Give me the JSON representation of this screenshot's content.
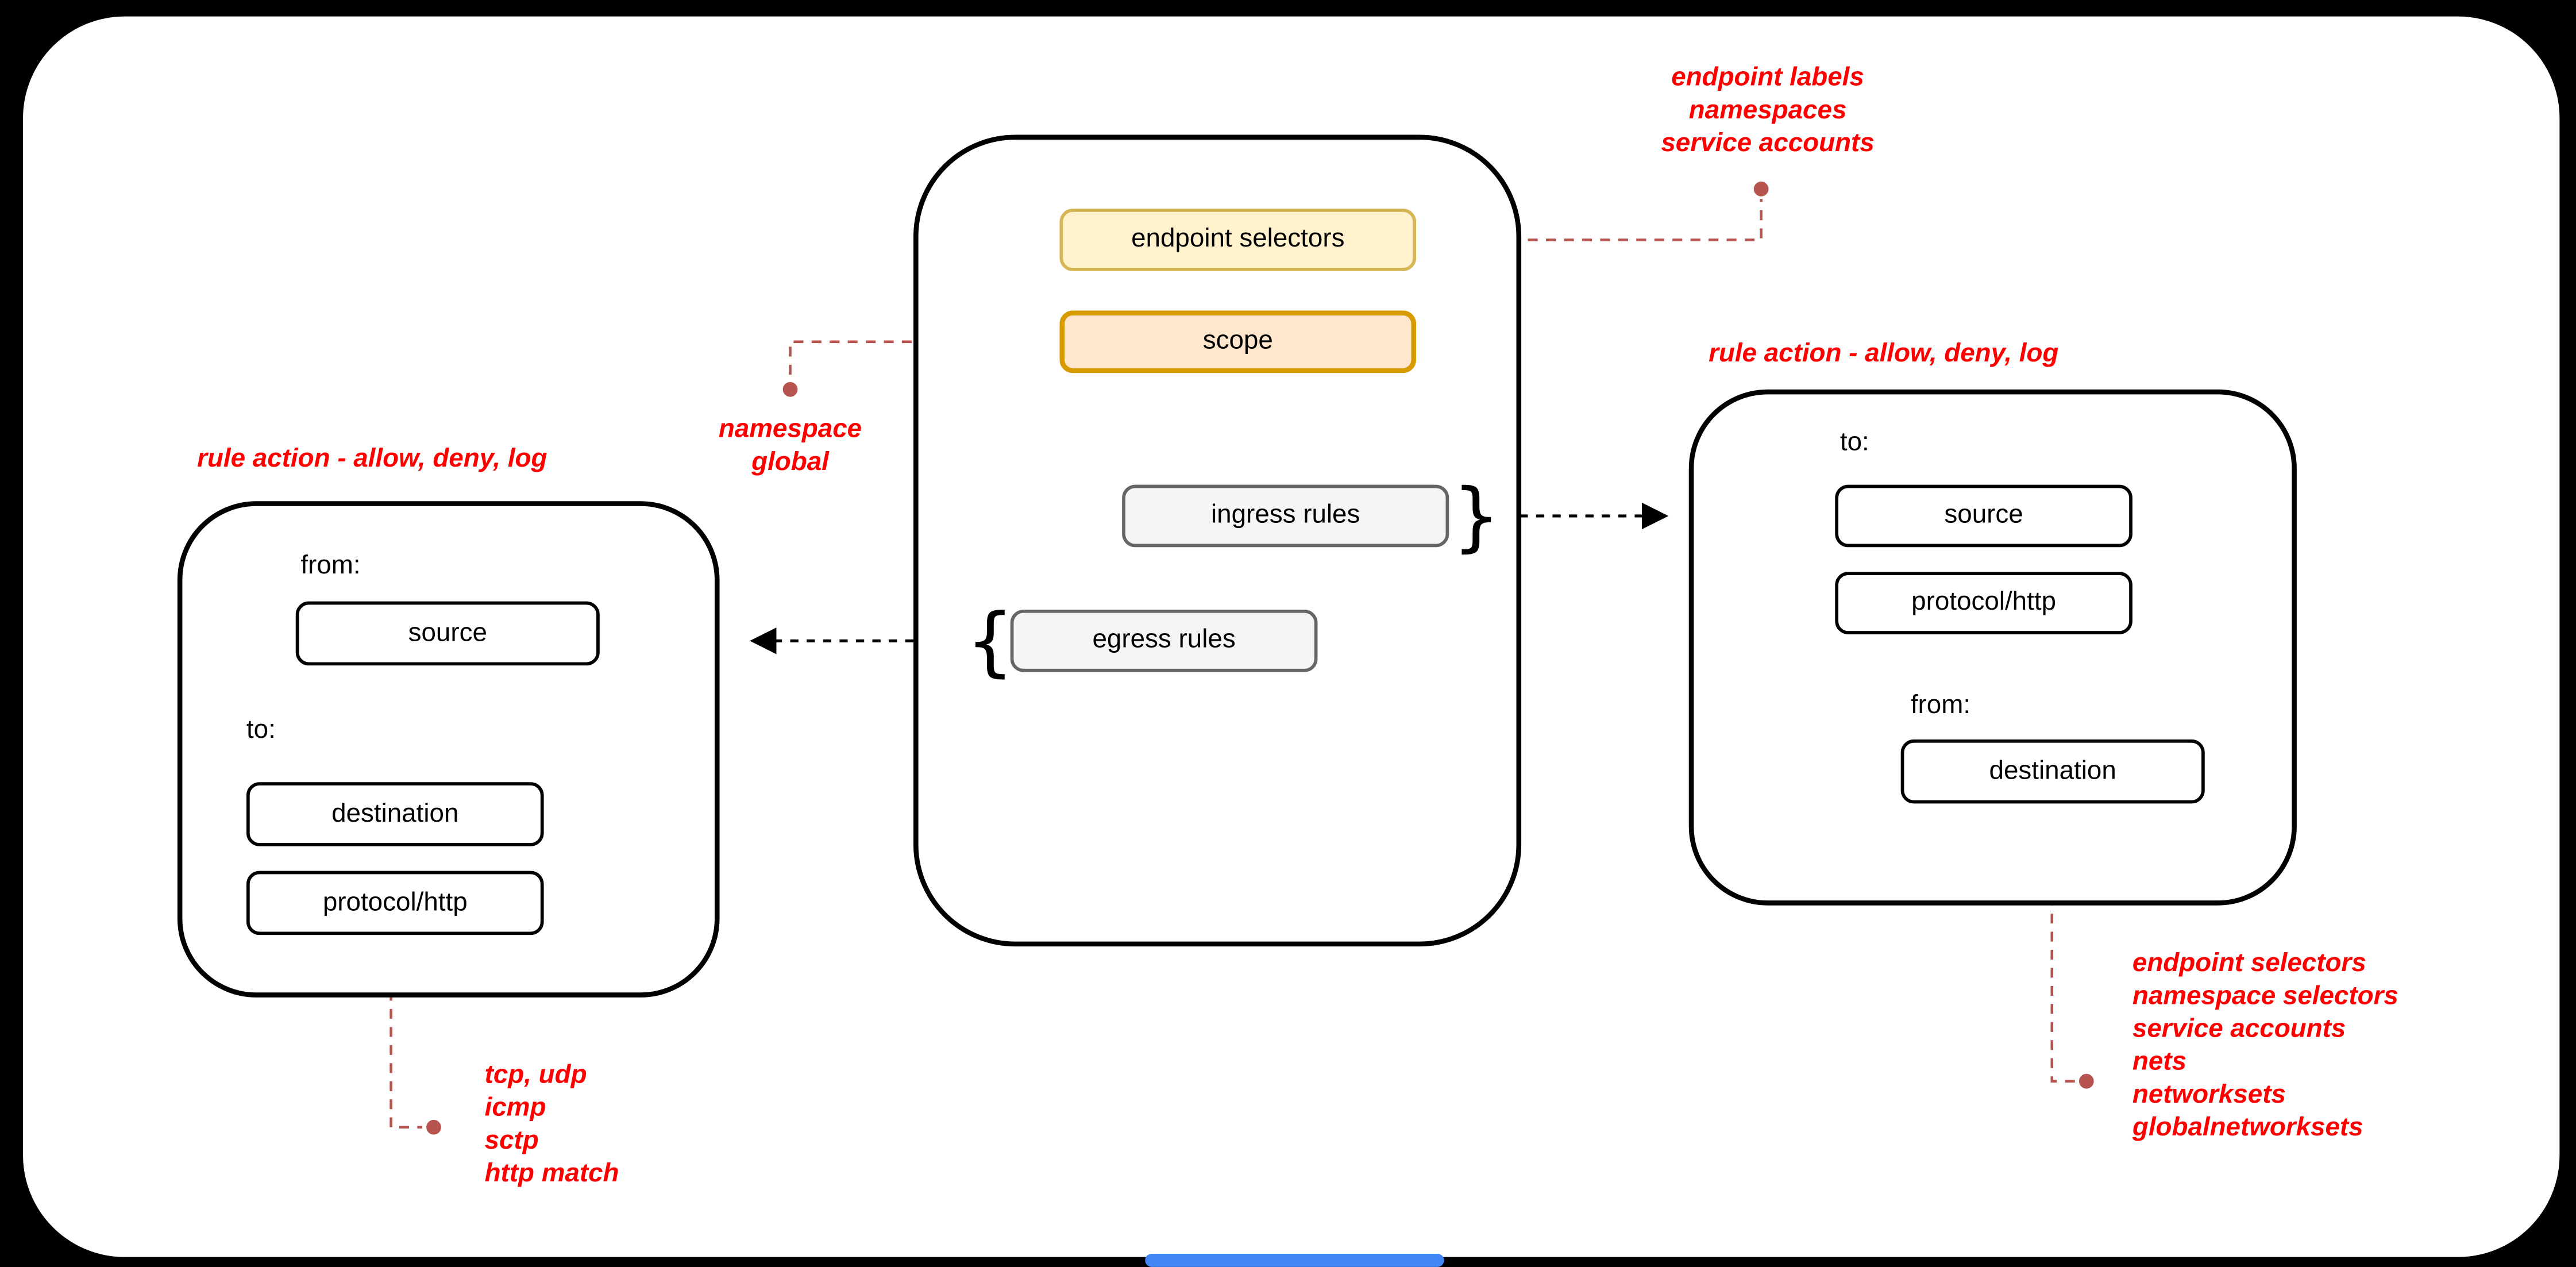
{
  "diagram": {
    "center": {
      "endpoint_selectors": "endpoint selectors",
      "scope": "scope",
      "ingress_rules": "ingress rules",
      "egress_rules": "egress rules",
      "ingress_brace": "}",
      "egress_brace": "{"
    },
    "left_rule_box": {
      "title": "rule action - allow, deny, log",
      "from_label": "from:",
      "source": "source",
      "to_label": "to:",
      "destination": "destination",
      "protocol": "protocol/http"
    },
    "right_rule_box": {
      "title": "rule action - allow, deny, log",
      "to_label": "to:",
      "source": "source",
      "protocol": "protocol/http",
      "from_label": "from:",
      "destination": "destination"
    },
    "annotations": {
      "endpoint_selectors_note": "endpoint labels\nnamespaces\nservice accounts",
      "scope_note": "namespace\nglobal",
      "protocol_note": "tcp, udp\nicmp\nsctp\nhttp match",
      "destination_note": "endpoint selectors\nnamespace selectors\nservice accounts\nnets\nnetworksets\nglobalnetworksets"
    },
    "colors": {
      "red_text": "#FF0000",
      "red_connector": "#B85450",
      "yellow_fill": "#FFF2CC",
      "yellow_border": "#D6B656",
      "orange_fill": "#FFE6CC",
      "orange_border": "#D79B00",
      "gray_fill": "#F5F5F5",
      "gray_border": "#666666",
      "scrollbar_blue": "#4285F4"
    }
  }
}
